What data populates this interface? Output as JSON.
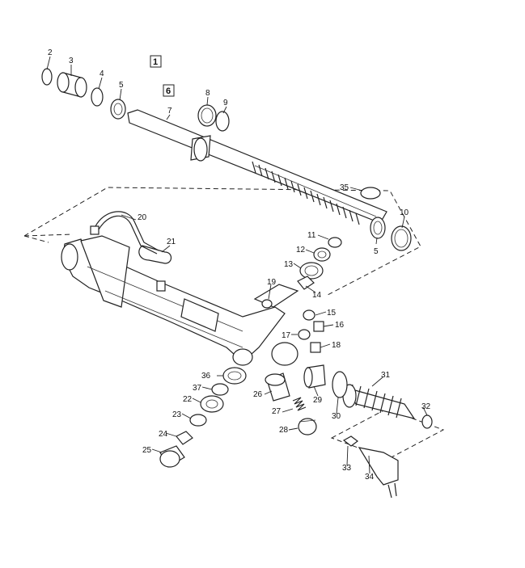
{
  "diagram": {
    "boxed_labels": [
      "1",
      "6"
    ],
    "labels": [
      "2",
      "3",
      "4",
      "5",
      "7",
      "8",
      "9",
      "35",
      "10",
      "5",
      "11",
      "12",
      "13",
      "14",
      "19",
      "20",
      "21",
      "15",
      "16",
      "17",
      "18",
      "31",
      "32",
      "36",
      "37",
      "22",
      "23",
      "24",
      "25",
      "26",
      "27",
      "28",
      "29",
      "30",
      "33",
      "34"
    ]
  },
  "colors": {
    "ink": "#222222",
    "paper": "#ffffff"
  }
}
